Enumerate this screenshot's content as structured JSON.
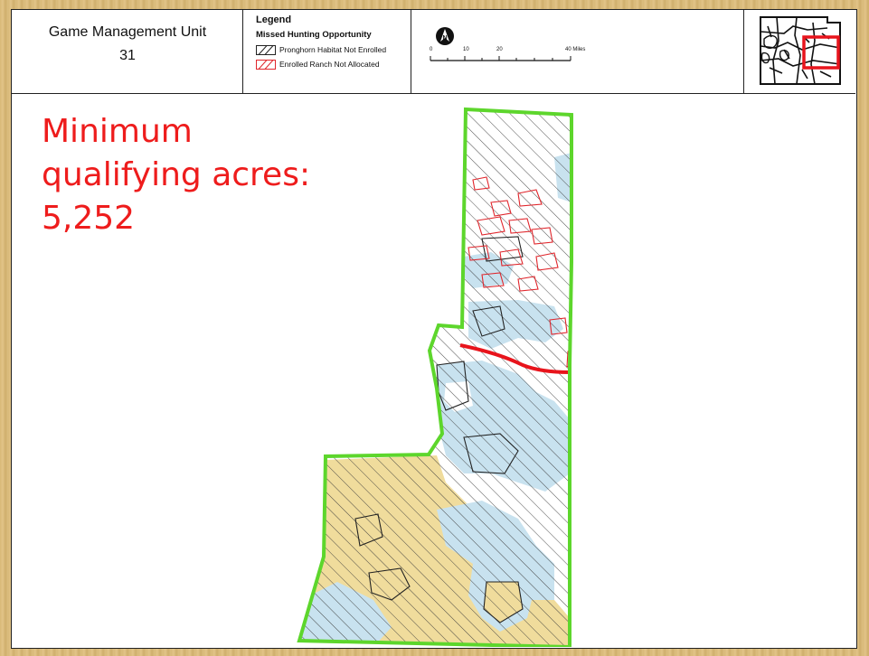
{
  "header": {
    "title_line1": "Game Management Unit",
    "title_line2": "31"
  },
  "legend": {
    "title": "Legend",
    "subtitle": "Missed Hunting Opportunity",
    "items": [
      {
        "label": "Pronghorn Habitat Not Enrolled",
        "color": "#222222"
      },
      {
        "label": "Enrolled Ranch Not Allocated",
        "color": "#e0262c"
      }
    ]
  },
  "scale": {
    "labels": [
      "0",
      "10",
      "20",
      "40 Miles"
    ]
  },
  "overlay": {
    "line1": "Minimum",
    "line2": "qualifying acres:",
    "line3": "5,252"
  },
  "colors": {
    "boundary": "#5dd62c",
    "highway": "#e8141c",
    "overlay_text": "#ee1c1c",
    "fill_blue": "#c8e2ef",
    "fill_tan": "#f0dc9c"
  },
  "icons": {
    "north": "north-arrow-icon"
  }
}
